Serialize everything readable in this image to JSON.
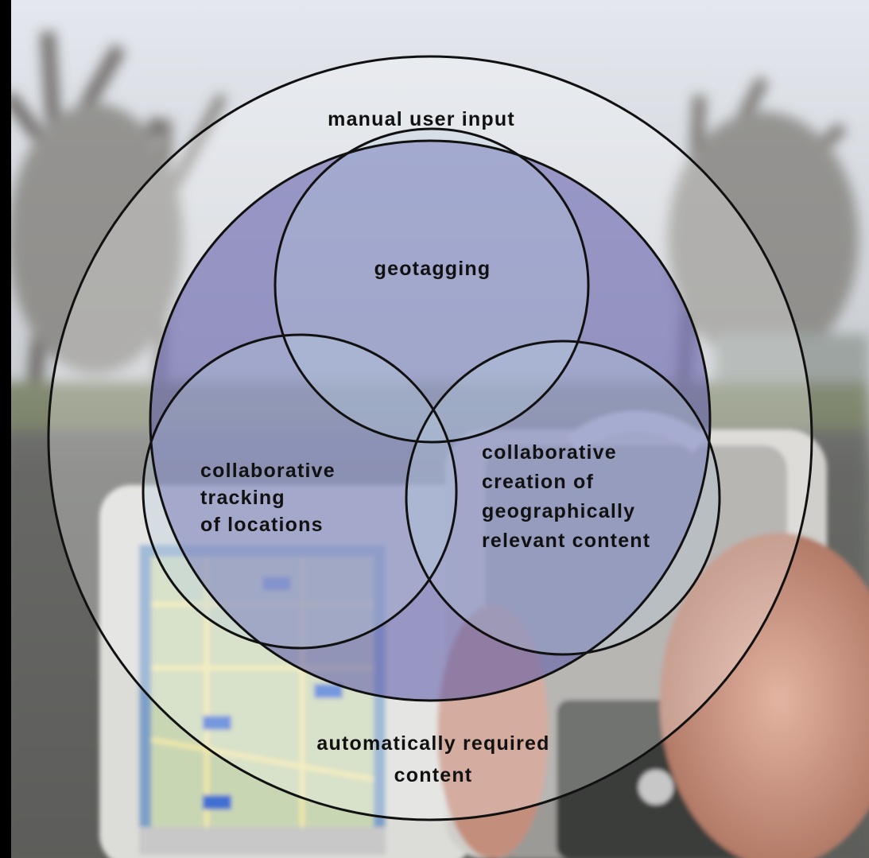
{
  "diagram": {
    "outer_label": "manual user input",
    "inner_top_label": "geotagging",
    "left_label_lines": [
      "collaborative",
      "tracking",
      "of locations"
    ],
    "right_label_lines": [
      "collaborative",
      "creation of",
      "geographically",
      "relevant content"
    ],
    "bottom_label_lines": [
      "automatically required",
      "content"
    ]
  },
  "colors": {
    "inner_fill": "#5a55a8",
    "small_circle_fill": "#b9cde0",
    "outline": "#111111"
  }
}
